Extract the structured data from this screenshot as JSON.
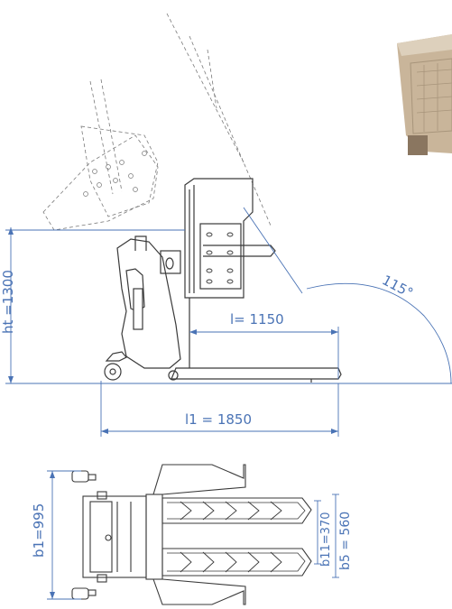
{
  "dimensions": {
    "ht": "ht =1300",
    "l": "l= 1150",
    "l1": "l1 = 1850",
    "angle": "115°",
    "b1": "b1=995",
    "b11": "b11=370",
    "b5": "b5 = 560"
  },
  "colors": {
    "dimension_line": "#4a73b5",
    "drawing_line": "#3a3a3a",
    "thin_line": "#7a7a7a",
    "crate": "#c9b59a",
    "crate_shadow": "#8a7660"
  }
}
